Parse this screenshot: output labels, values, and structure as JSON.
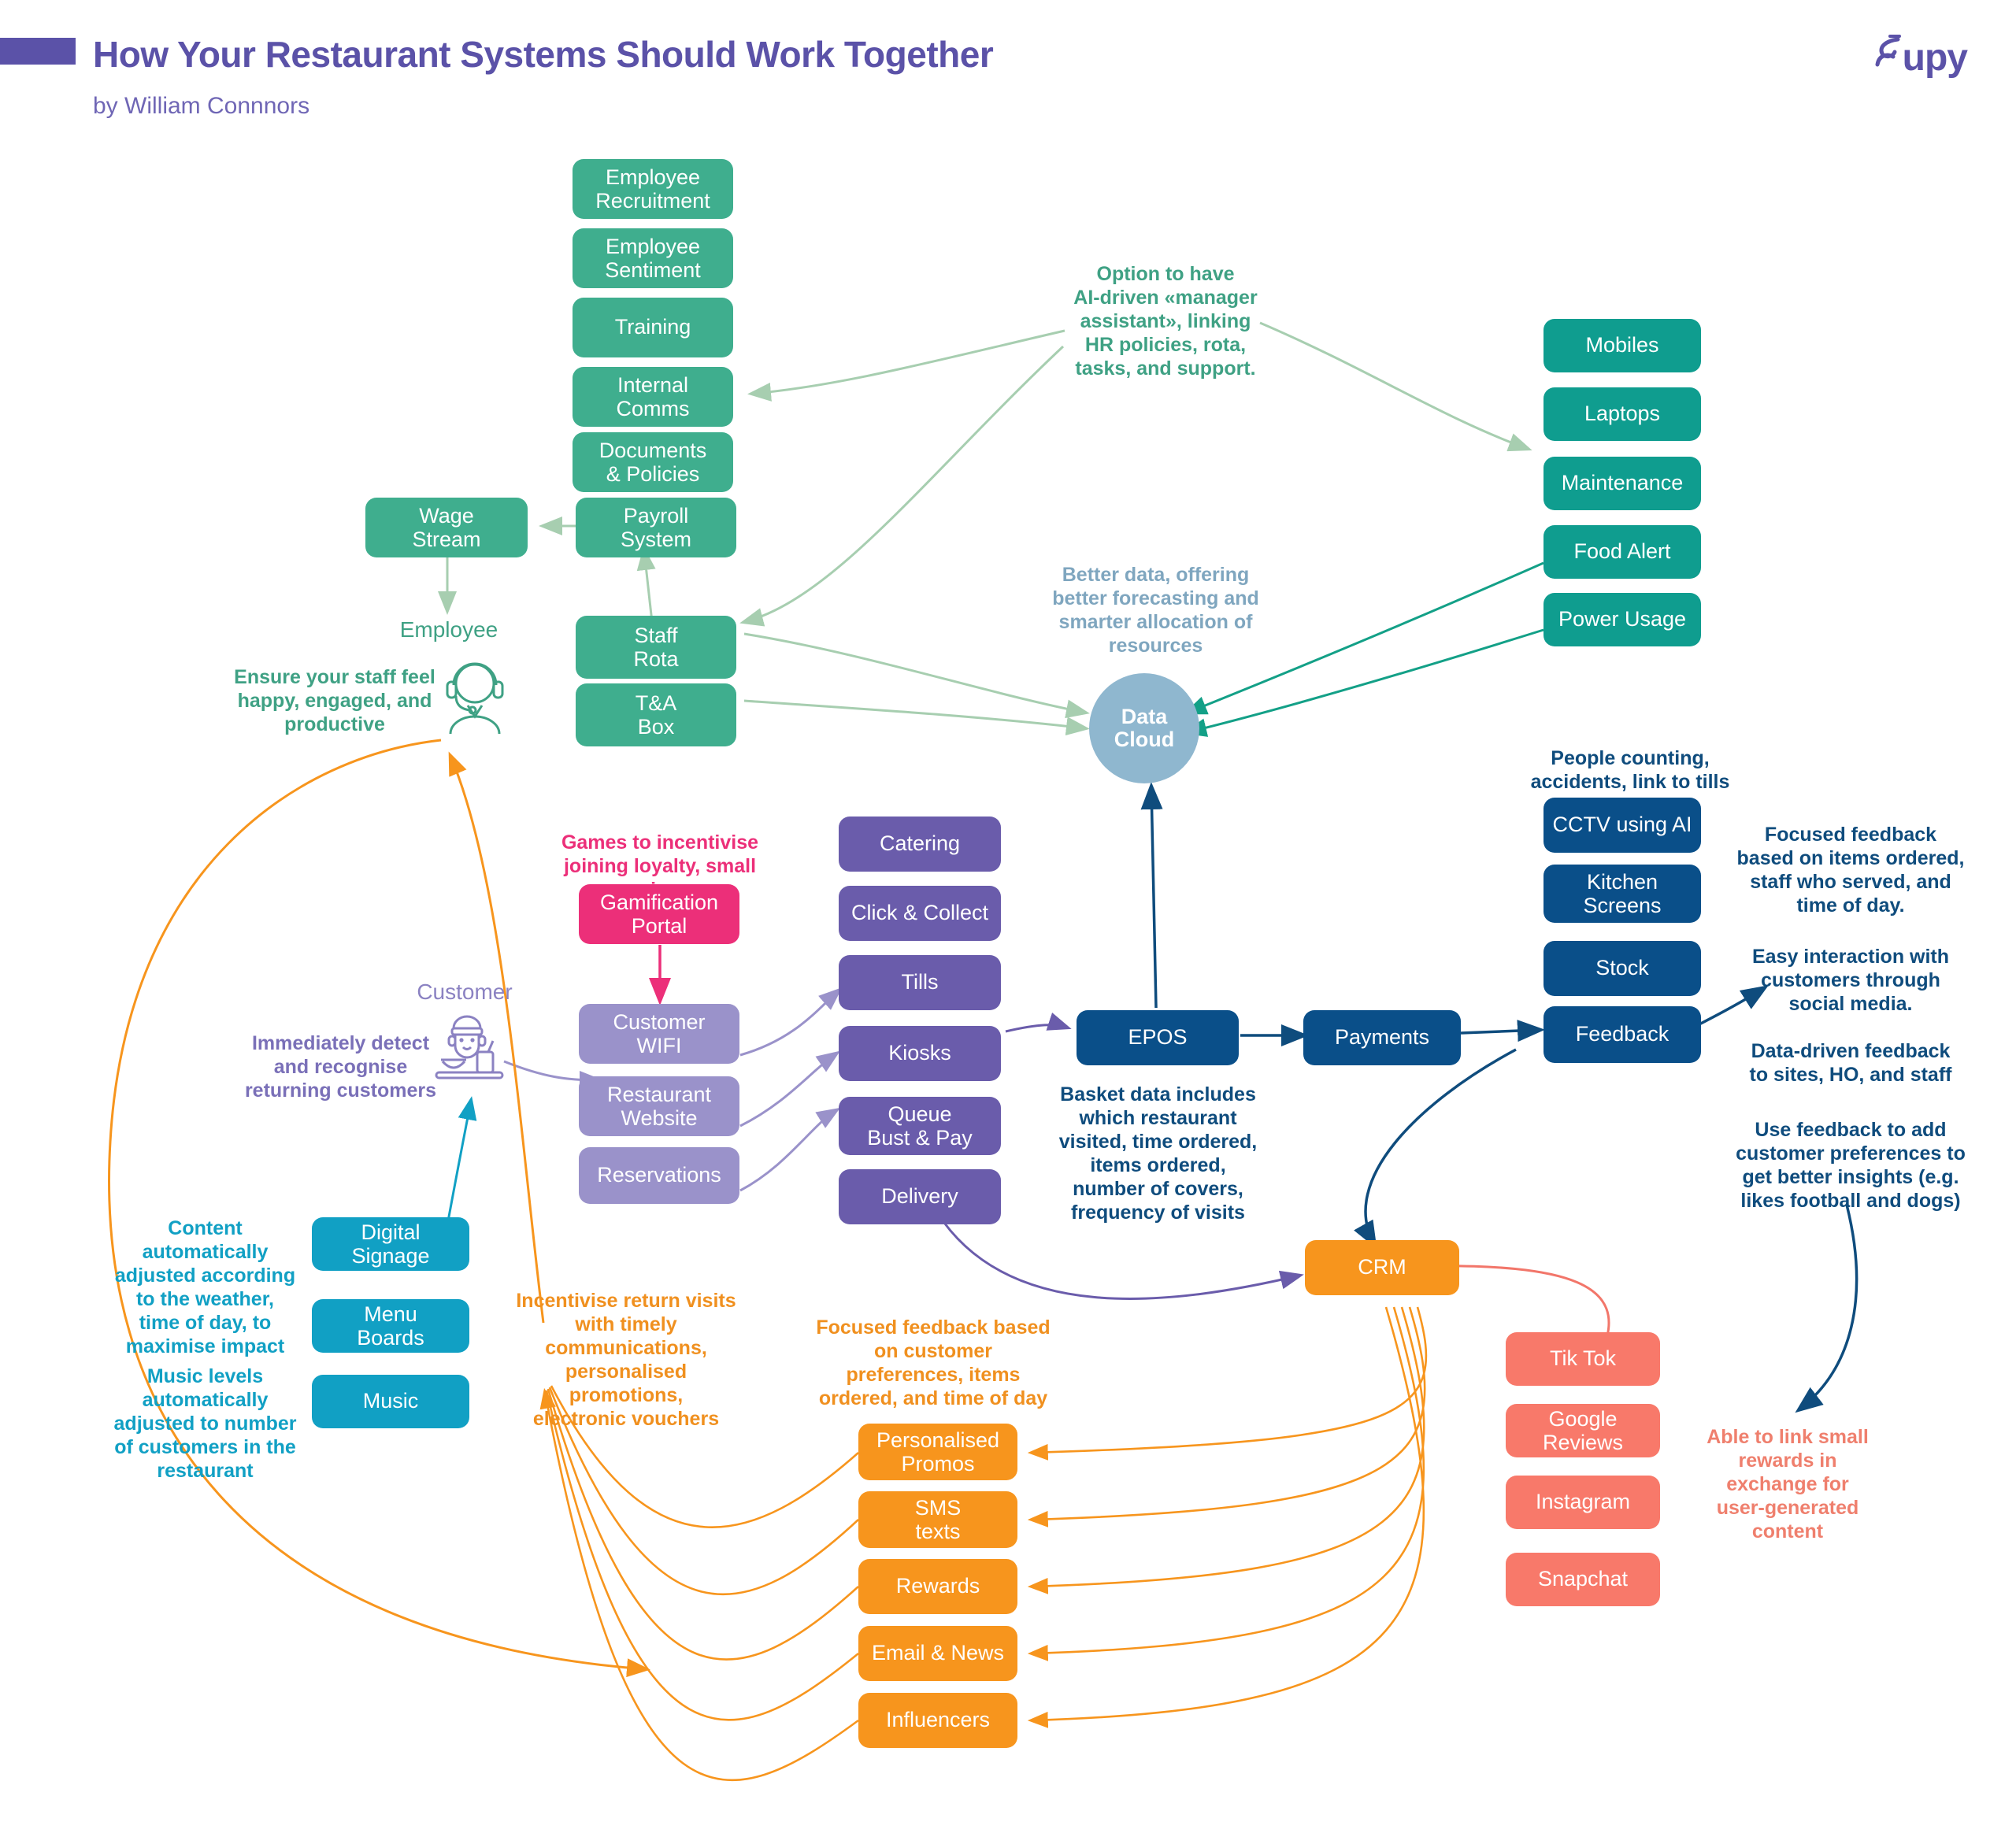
{
  "header": {
    "title": "How Your Restaurant Systems Should Work Together",
    "subtitle": "by William Connnors",
    "logo": "upy"
  },
  "colors": {
    "green": "#3fae8e",
    "teal_dark": "#0f9d8f",
    "purple": "#6a5cab",
    "purple_light": "#9a92ca",
    "pink": "#ec2f79",
    "navy": "#0a4f89",
    "cyan": "#11a0c4",
    "orange": "#f7951d",
    "salmon": "#f8796a",
    "cloud": "#8fb7cf",
    "brand": "#5b52a8"
  },
  "hr_column": {
    "items": [
      {
        "label": "Employee\nRecruitment"
      },
      {
        "label": "Employee\nSentiment"
      },
      {
        "label": "Training"
      },
      {
        "label": "Internal\nComms"
      },
      {
        "label": "Documents\n& Policies"
      },
      {
        "label": "Payroll\nSystem"
      },
      {
        "label": "Staff\nRota"
      },
      {
        "label": "T&A\nBox"
      }
    ],
    "wage_stream": "Wage\nStream"
  },
  "employee": {
    "label": "Employee",
    "note": "Ensure your staff feel\nhappy, engaged, and\nproductive"
  },
  "customer": {
    "label": "Customer",
    "note": "Immediately detect\nand recognise\nreturning customers"
  },
  "ai_note": "Option to have\nAI-driven «manager\nassistant», linking\nHR policies, rota,\ntasks, and support.",
  "data_note": "Better data, offering\nbetter forecasting and\nsmarter allocation of\nresources",
  "data_cloud": "Data\nCloud",
  "devices_column": {
    "items": [
      "Mobiles",
      "Laptops",
      "Maintenance",
      "Food Alert",
      "Power Usage"
    ]
  },
  "gamification": {
    "note": "Games to incentivise\njoining loyalty, small prices",
    "box": "Gamification\nPortal"
  },
  "channels_column": {
    "items": [
      "Customer\nWIFI",
      "Restaurant\nWebsite",
      "Reservations"
    ]
  },
  "ordering_column": {
    "items": [
      "Catering",
      "Click & Collect",
      "Tills",
      "Kiosks",
      "Queue\nBust & Pay",
      "Delivery"
    ]
  },
  "epos": {
    "label": "EPOS",
    "note": "Basket data includes\nwhich restaurant\nvisited, time ordered,\nitems ordered,\nnumber of covers,\nfrequency of visits"
  },
  "payments": {
    "label": "Payments"
  },
  "ops_column": {
    "note": "People counting,\naccidents, link to tills",
    "items": [
      "CCTV using AI",
      "Kitchen\nScreens",
      "Stock",
      "Feedback"
    ]
  },
  "feedback_notes": [
    "Focused feedback\nbased on items ordered,\nstaff who served, and\ntime of day.",
    "Easy interaction with\ncustomers through\nsocial media.",
    "Data-driven feedback\nto sites, HO, and staff",
    "Use feedback to add\ncustomer preferences to\nget better insights (e.g.\nlikes football and dogs)"
  ],
  "instore_column": {
    "note_top": "Content\nautomatically\nadjusted according\nto the weather,\ntime of day, to\nmaximise impact",
    "note_bottom": "Music levels\nautomatically\nadjusted to number\nof customers in the\nrestaurant",
    "items": [
      "Digital\nSignage",
      "Menu\nBoards",
      "Music"
    ]
  },
  "comms_column": {
    "note_left": "Incentivise return visits\nwith timely\ncommunications,\npersonalised promotions,\nelectronic vouchers",
    "note_right": "Focused feedback based\non customer\npreferences, items\nordered, and time of day",
    "items": [
      "Personalised\nPromos",
      "SMS\ntexts",
      "Rewards",
      "Email & News",
      "Influencers"
    ]
  },
  "crm": {
    "label": "CRM"
  },
  "social_column": {
    "items": [
      "Tik Tok",
      "Google\nReviews",
      "Instagram",
      "Snapchat"
    ],
    "note": "Able to link small\nrewards in\nexchange for\nuser-generated\ncontent"
  }
}
